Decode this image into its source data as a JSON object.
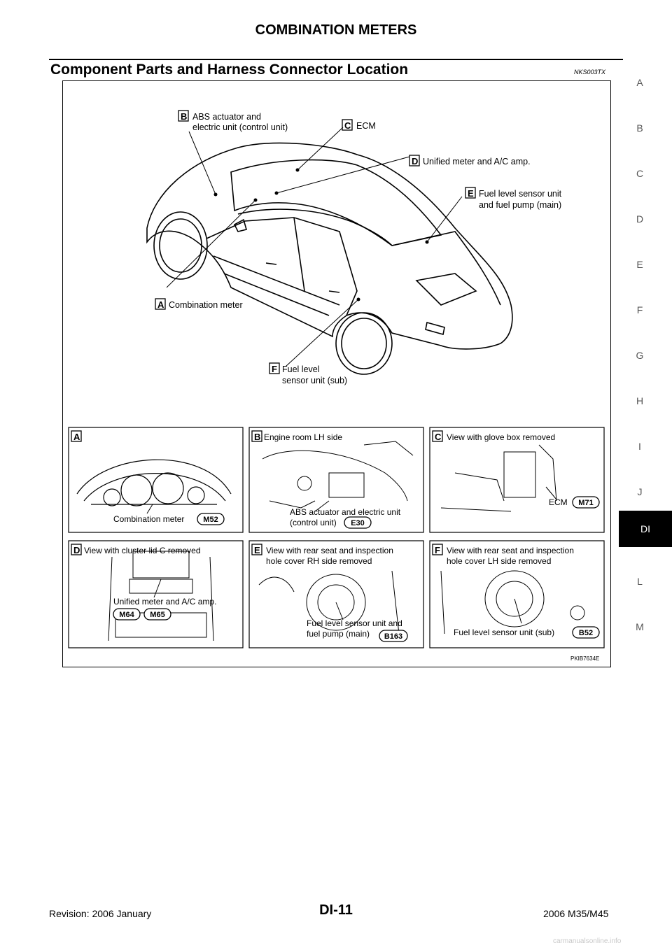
{
  "header": {
    "title": "COMBINATION METERS",
    "section_title": "Component Parts and Harness Connector Location",
    "section_code": "NKS003TX"
  },
  "figure": {
    "main_callouts": [
      {
        "letter": "B",
        "line1": "ABS actuator and",
        "line2": "electric unit (control unit)"
      },
      {
        "letter": "C",
        "line1": "ECM",
        "line2": ""
      },
      {
        "letter": "D",
        "line1": "Unified meter and A/C amp.",
        "line2": ""
      },
      {
        "letter": "E",
        "line1": "Fuel level sensor unit",
        "line2": "and fuel pump (main)"
      },
      {
        "letter": "A",
        "line1": "Combination meter",
        "line2": ""
      },
      {
        "letter": "F",
        "line1": "Fuel level",
        "line2": "sensor unit (sub)"
      }
    ],
    "panels": [
      {
        "letter": "A",
        "heading": "",
        "label1": "Combination meter",
        "label2": "",
        "connectors": [
          "M52"
        ]
      },
      {
        "letter": "B",
        "heading": "Engine room LH side",
        "label1": "ABS actuator and electric unit",
        "label2": "(control unit)",
        "connectors": [
          "E30"
        ]
      },
      {
        "letter": "C",
        "heading": "View with glove box removed",
        "label1": "ECM",
        "label2": "",
        "connectors": [
          "M71"
        ]
      },
      {
        "letter": "D",
        "heading": "View with cluster lid C removed",
        "label1": "Unified meter and A/C amp.",
        "label2": "",
        "connectors": [
          "M64",
          "M65"
        ]
      },
      {
        "letter": "E",
        "heading": "View with rear seat and inspection",
        "heading2": "hole cover RH side removed",
        "label1": "Fuel level sensor unit and",
        "label2": "fuel pump (main)",
        "connectors": [
          "B163"
        ]
      },
      {
        "letter": "F",
        "heading": "View with rear seat and inspection",
        "heading2": "hole cover LH side removed",
        "label1": "Fuel level sensor unit (sub)",
        "label2": "",
        "connectors": [
          "B52"
        ]
      }
    ],
    "figure_code": "PKIB7634E"
  },
  "side_index": [
    "A",
    "B",
    "C",
    "D",
    "E",
    "F",
    "G",
    "H",
    "I",
    "J",
    "DI",
    "L",
    "M"
  ],
  "side_index_active": "DI",
  "footer": {
    "revision": "Revision: 2006 January",
    "page": "DI-11",
    "model": "2006 M35/M45"
  },
  "watermark": "carmanualsonline.info"
}
